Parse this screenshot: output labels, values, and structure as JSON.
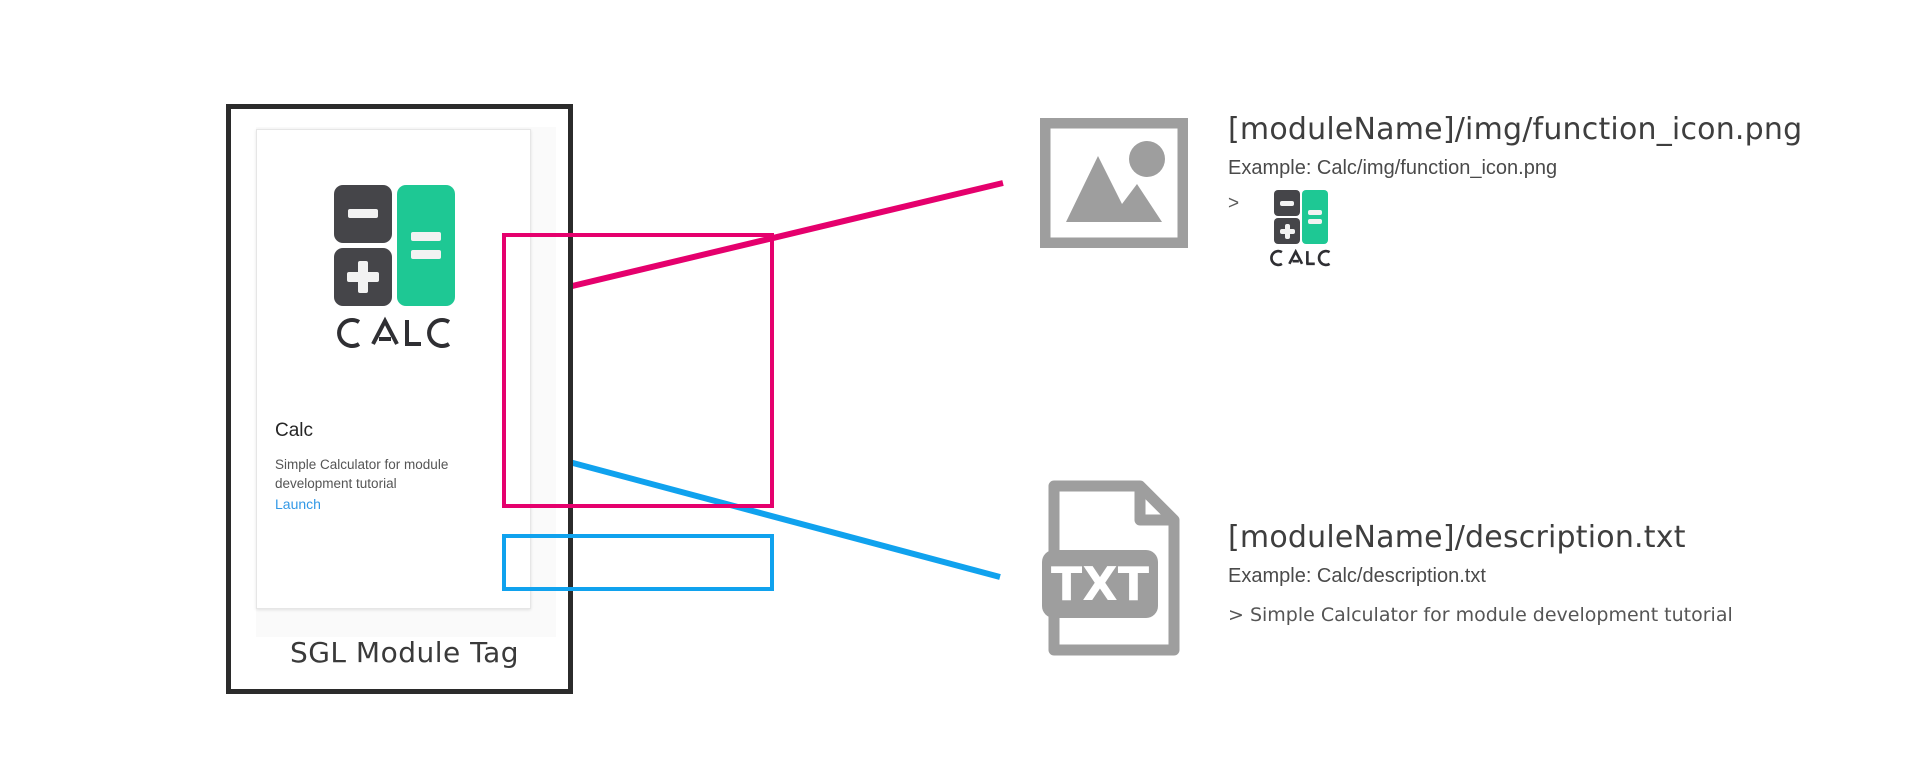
{
  "diagram": {
    "module_frame": {
      "label": "SGL Module Tag",
      "card": {
        "title": "Calc",
        "description": "Simple Calculator for module development tutorial",
        "launch_label": "Launch",
        "logo_word": "CALC"
      },
      "highlights": [
        {
          "name": "icon-area",
          "color": "#e5006d"
        },
        {
          "name": "description-area",
          "color": "#10a2ee"
        }
      ]
    },
    "callouts": [
      {
        "icon": "image-placeholder-icon",
        "accent": "#e5006d",
        "title": "[moduleName]/img/function_icon.png",
        "example": "Example: Calc/img/function_icon.png",
        "chevron": ">",
        "sample_logo_word": "CALC"
      },
      {
        "icon": "txt-file-icon",
        "icon_label": "TXT",
        "accent": "#10a2ee",
        "title": "[moduleName]/description.txt",
        "example": "Example: Calc/description.txt",
        "sample_text": "> Simple Calculator for module development tutorial"
      }
    ],
    "colors": {
      "pink": "#e5006d",
      "blue": "#10a2ee",
      "green": "#1ec894",
      "dark_key": "#454549",
      "icon_gray": "#9e9e9e",
      "frame_black": "#2b2b2b",
      "background": "#ffffff"
    }
  }
}
